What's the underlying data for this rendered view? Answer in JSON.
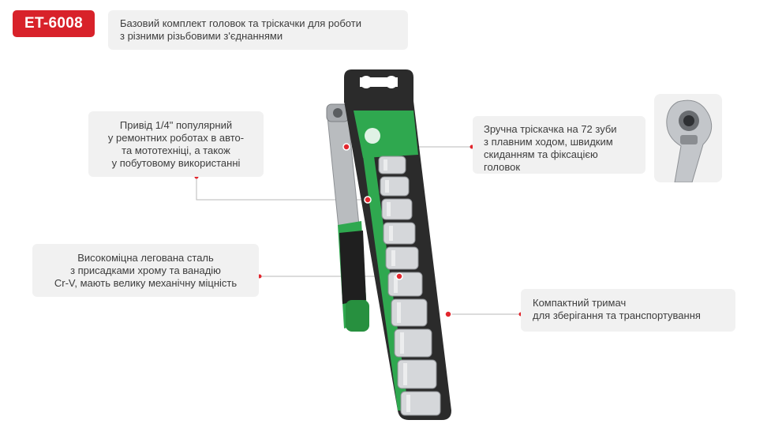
{
  "badge": {
    "model": "ET-6008"
  },
  "callouts": {
    "intro": {
      "lines": [
        "Базовий комплект головок та тріскачки для роботи",
        "з різними різьбовими з'єднаннями"
      ]
    },
    "drive": {
      "lines": [
        "Привід 1/4\" популярний",
        "у ремонтних роботах в авто-",
        "та мототехніці, а також",
        "у побутовому використанні"
      ]
    },
    "ratchet": {
      "lines": [
        "Зручна тріскачка на 72 зуби",
        "з плавним ходом, швидким",
        "скиданням та фіксацією",
        "головок"
      ]
    },
    "steel": {
      "lines": [
        "Високоміцна легована сталь",
        "з присадками хрому та ванадію",
        "Cr-V, мають велику механічну міцність"
      ]
    },
    "holder": {
      "lines": [
        "Компактний тримач",
        "для зберігання та транспортування"
      ]
    }
  },
  "colors": {
    "brand_red": "#d8222a",
    "accent_green": "#2fa84f",
    "holder_dark": "#2b2b2b",
    "callout_bg": "#f1f1f1",
    "marker_red": "#e2262d"
  },
  "icons": {
    "product": "socket-set-holder-icon",
    "thumbnail": "ratchet-head-icon"
  }
}
